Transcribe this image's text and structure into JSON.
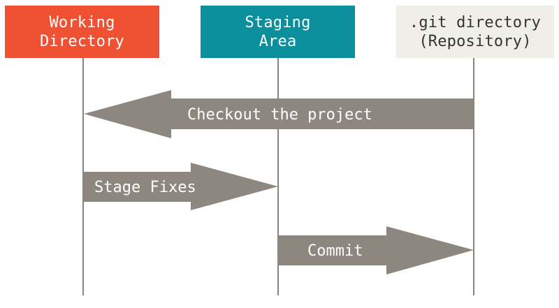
{
  "columns": {
    "working": {
      "line1": "Working",
      "line2": "Directory",
      "color": "#f05133"
    },
    "staging": {
      "line1": "Staging",
      "line2": "Area",
      "color": "#0b8f9d"
    },
    "repo": {
      "line1": ".git directory",
      "line2": "(Repository)",
      "color": "#efefe7"
    }
  },
  "arrows": {
    "checkout": {
      "label": "Checkout the project"
    },
    "stage": {
      "label": "Stage Fixes"
    },
    "commit": {
      "label": "Commit"
    }
  },
  "arrow_color": "#8e8780",
  "lifeline_color": "#8a837c"
}
